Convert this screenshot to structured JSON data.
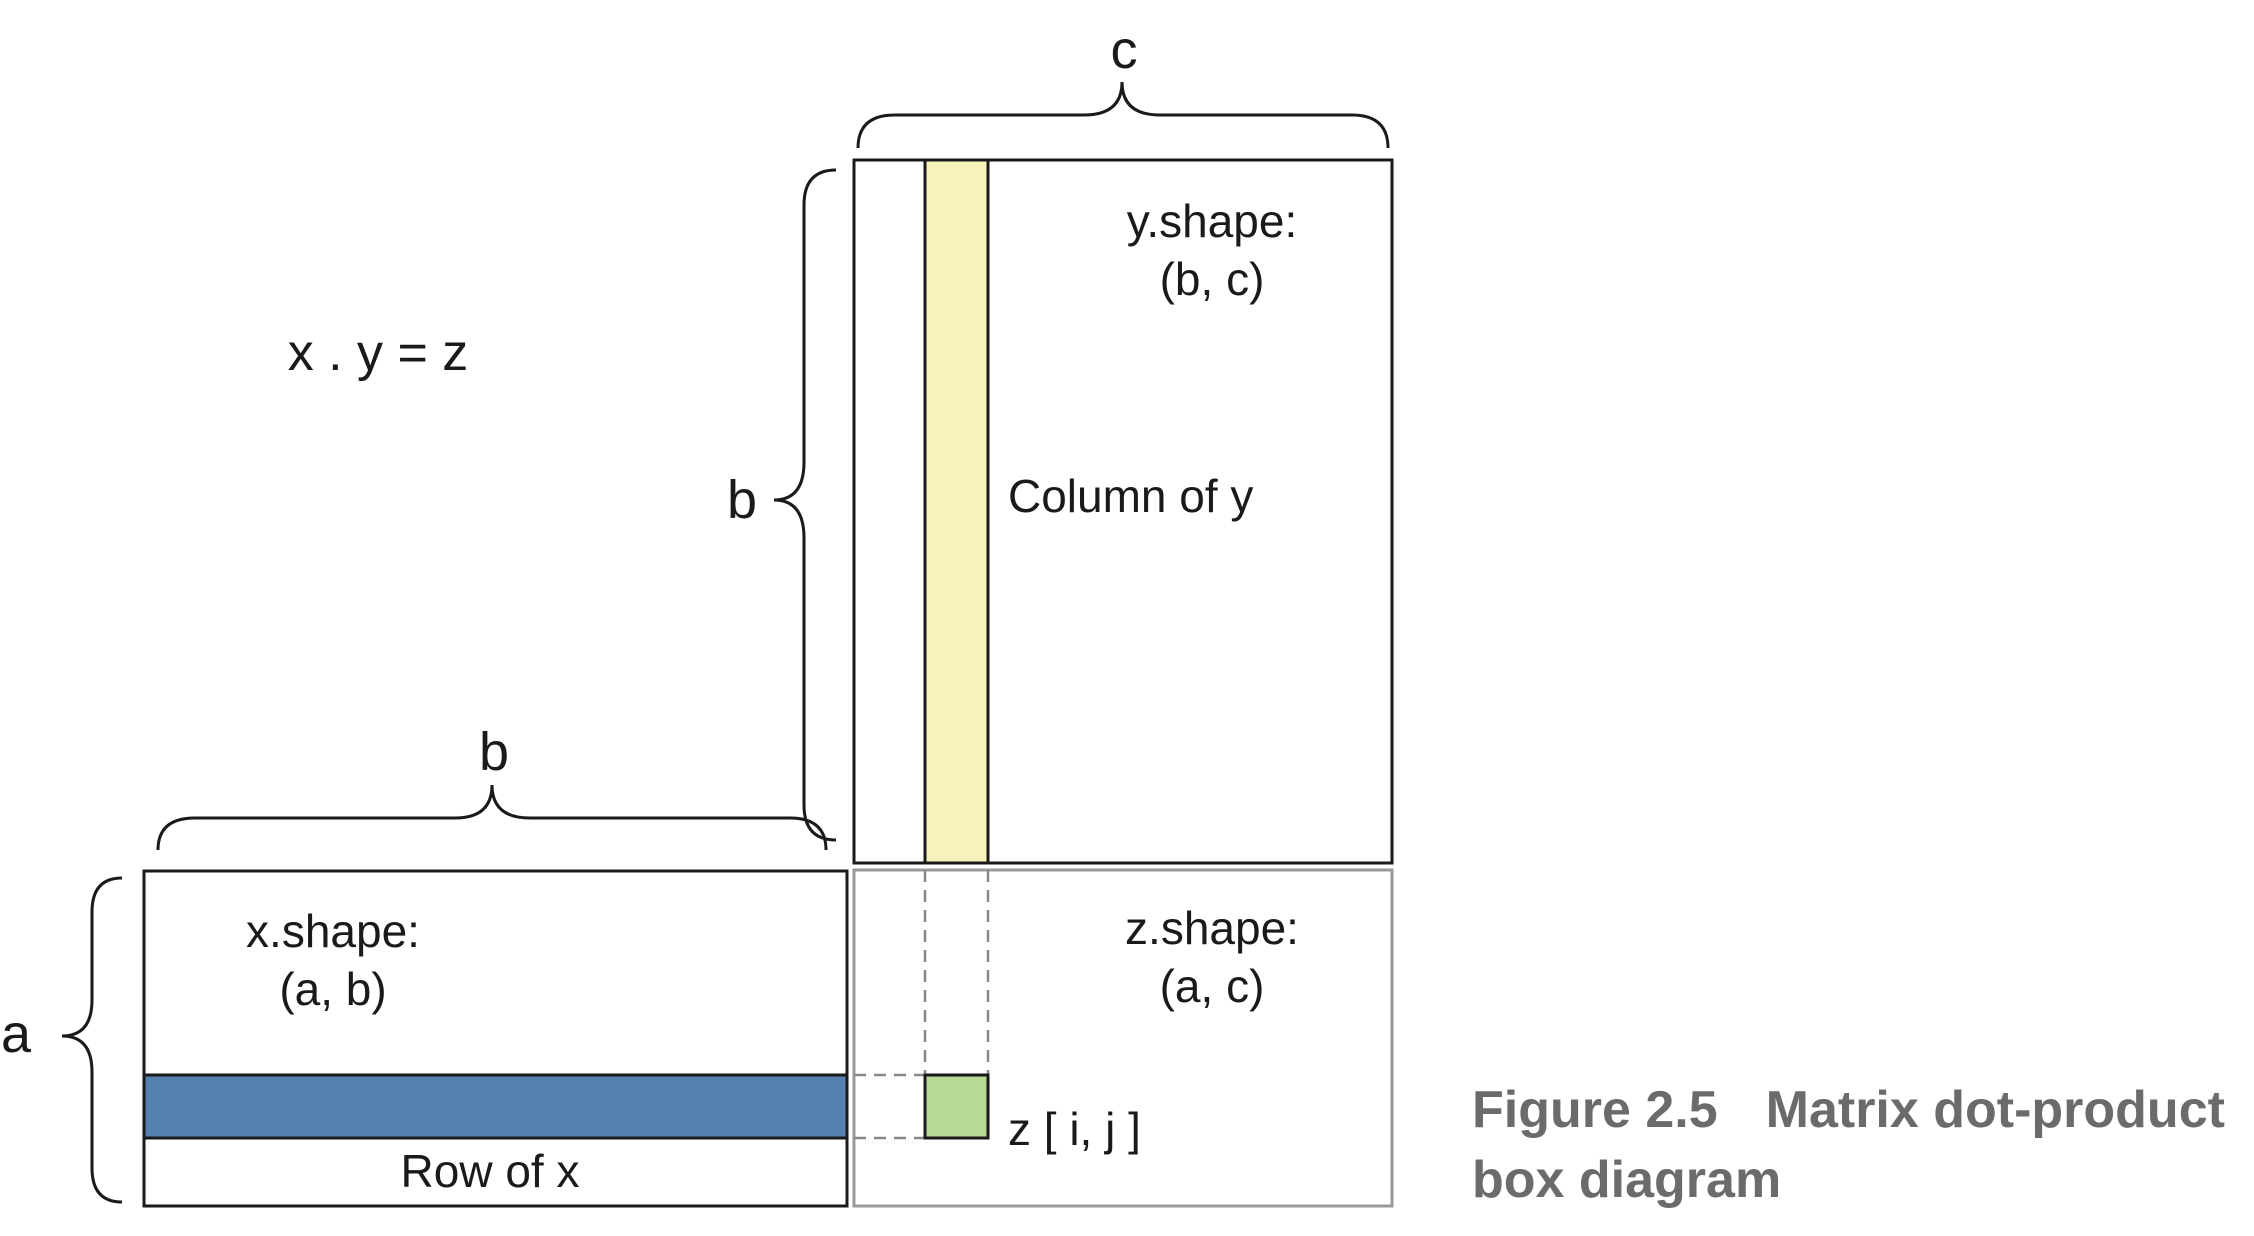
{
  "equation": "x . y = z",
  "dims": {
    "a": "a",
    "b_top": "b",
    "b_left": "b",
    "c": "c"
  },
  "y_matrix": {
    "shape_label": "y.shape:",
    "shape_value": "(b, c)",
    "highlight_label": "Column of y"
  },
  "x_matrix": {
    "shape_label": "x.shape:",
    "shape_value": "(a, b)",
    "highlight_label": "Row of x"
  },
  "z_matrix": {
    "shape_label": "z.shape:",
    "shape_value": "(a, c)",
    "cell_label": "z [ i,  j ]"
  },
  "colors": {
    "row_fill": "#5580b0",
    "column_fill": "#f7f3bb",
    "cell_fill": "#b8d896",
    "stroke": "#1a1a1a",
    "z_stroke": "#999999",
    "caption": "#6b6b6b"
  },
  "caption": {
    "number": "Figure 2.5",
    "title_line1": "Matrix dot-product",
    "title_line2": "box diagram"
  }
}
